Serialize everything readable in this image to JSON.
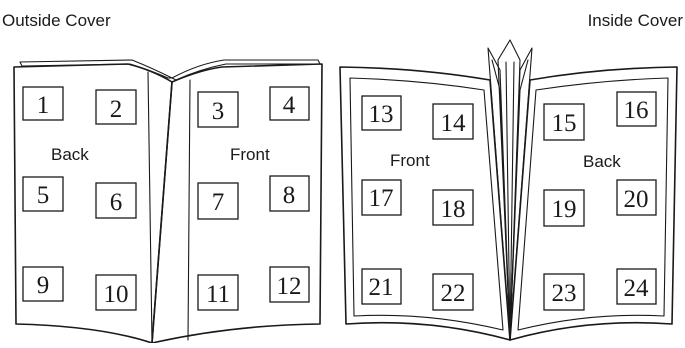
{
  "outside": {
    "title": "Outside Cover",
    "back_label": "Back",
    "front_label": "Front",
    "panels": [
      "1",
      "2",
      "3",
      "4",
      "5",
      "6",
      "7",
      "8",
      "9",
      "10",
      "11",
      "12"
    ]
  },
  "inside": {
    "title": "Inside Cover",
    "front_label": "Front",
    "back_label": "Back",
    "panels": [
      "13",
      "14",
      "15",
      "16",
      "17",
      "18",
      "19",
      "20",
      "21",
      "22",
      "23",
      "24"
    ]
  }
}
